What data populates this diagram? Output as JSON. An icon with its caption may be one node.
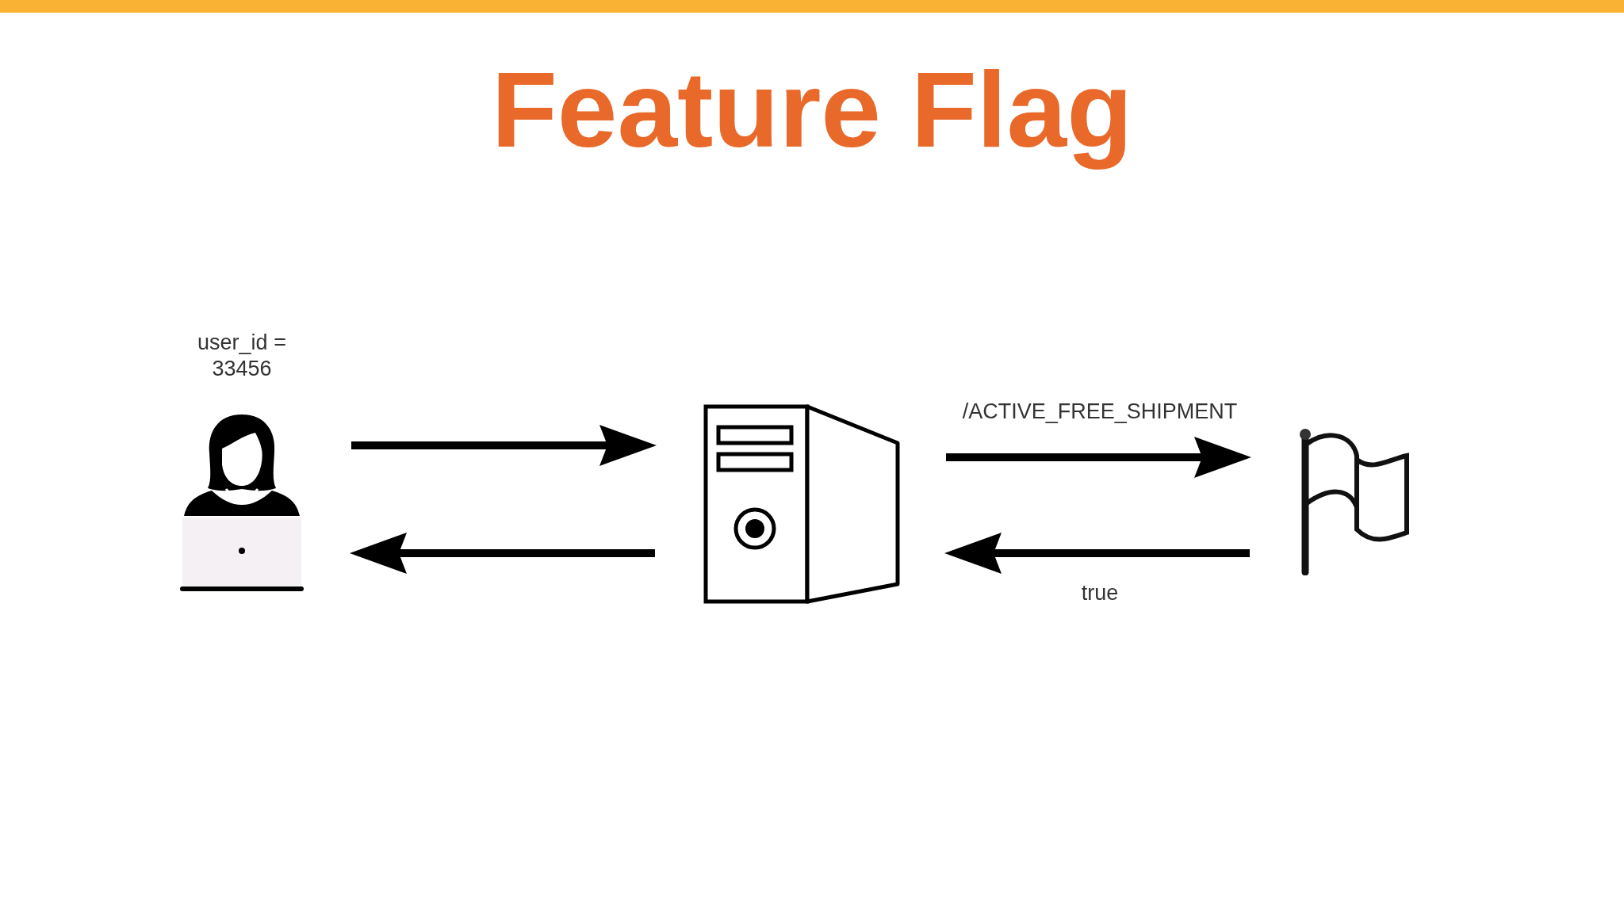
{
  "diagram": {
    "title": "Feature Flag",
    "nodes": [
      {
        "text": [],
        "shape": "person",
        "beside": [
          "user_id = 33456"
        ]
      },
      {
        "text": [],
        "shape": "computer"
      },
      {
        "text": [],
        "shape": "flag"
      }
    ],
    "edges": [
      {
        "from": 0,
        "to": 1,
        "arrow": "to"
      },
      {
        "from": 1,
        "to": 0,
        "arrow": "to"
      },
      {
        "from": 1,
        "to": 2,
        "arrow": "to",
        "label": "/ACTIVE_FREE_SHIPMENT"
      },
      {
        "from": 2,
        "to": 1,
        "arrow": "to",
        "label": "true"
      }
    ]
  }
}
